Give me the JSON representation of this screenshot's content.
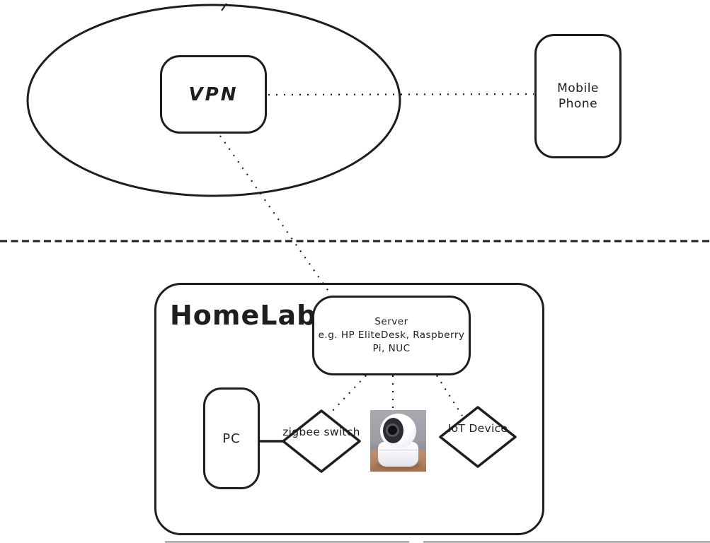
{
  "canvas": {
    "background": "#ffffff",
    "stroke_color": "#1e1e1e"
  },
  "internet": {
    "vpn": {
      "label": "VPN"
    },
    "mobile_phone": {
      "line1": "Mobile",
      "line2": "Phone"
    }
  },
  "homelab": {
    "title": "HomeLab",
    "server": {
      "line1": "Server",
      "line2": "e.g. HP EliteDesk, Raspberry",
      "line3": "Pi, NUC"
    },
    "pc": {
      "label": "PC"
    },
    "zigbee_switch": {
      "line1": "zigbee",
      "line2": "switch"
    },
    "iot_device": {
      "line1": "IoT",
      "line2": "Device"
    },
    "camera": {
      "icon": "security-camera-photo"
    }
  }
}
